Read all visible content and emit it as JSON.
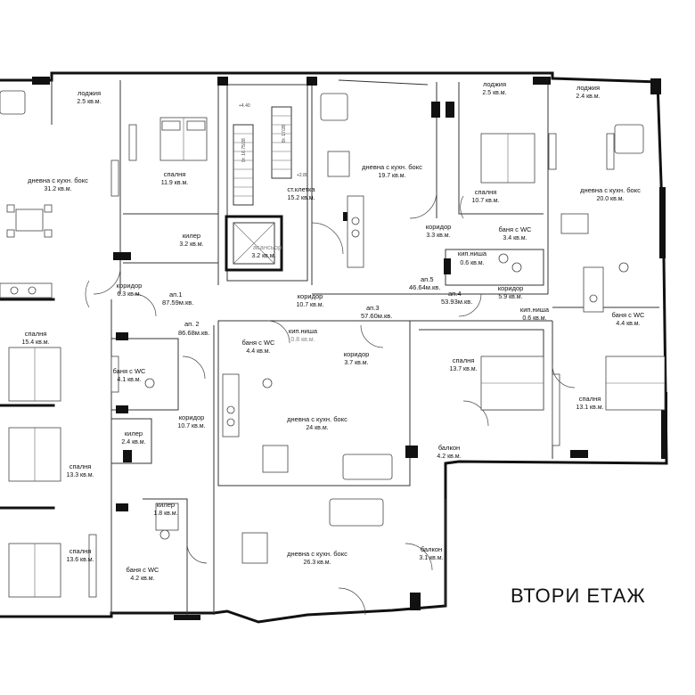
{
  "floor_title": "ВТОРИ  ЕТАЖ",
  "rooms": [
    {
      "name": "лоджия",
      "area": "2.5 кв.м."
    },
    {
      "name": "дневна с кухн. бокс",
      "area": "31.2 кв.м."
    },
    {
      "name": "спалня",
      "area": "11.9 кв.м."
    },
    {
      "name": "килер",
      "area": "3.2 кв.м."
    },
    {
      "name": "коридор",
      "area": "6.3 кв.м."
    },
    {
      "name": "асансьор",
      "area": "3.2 кв.м."
    },
    {
      "name": "ст.клетка",
      "area": "15.2 кв.м."
    },
    {
      "name": "дневна с кухн. бокс",
      "area": "19.7 кв.м."
    },
    {
      "name": "лоджия",
      "area": "2.5 кв.м."
    },
    {
      "name": "лоджия",
      "area": "2.4 кв.м."
    },
    {
      "name": "спалня",
      "area": "10.7 кв.м."
    },
    {
      "name": "дневна с кухн. бокс",
      "area": "20.0 кв.м."
    },
    {
      "name": "коридор",
      "area": "3.3 кв.м."
    },
    {
      "name": "баня с WC",
      "area": "3.4 кв.м."
    },
    {
      "name": "кип.ниша",
      "area": "0.6 кв.м."
    },
    {
      "name": "коридор",
      "area": "5.9 кв.м."
    },
    {
      "name": "кип.ниша",
      "area": "0.6 кв.м."
    },
    {
      "name": "баня с WC",
      "area": "4.4 кв.м."
    },
    {
      "name": "коридор",
      "area": "10.7 кв.м."
    },
    {
      "name": "спалня",
      "area": "15.4 кв.м."
    },
    {
      "name": "баня с WC",
      "area": "4.1 кв.м."
    },
    {
      "name": "баня с WC",
      "area": "4.4 кв.м."
    },
    {
      "name": "кип.ниша",
      "area": "0.8 кв.м."
    },
    {
      "name": "коридор",
      "area": "3.7 кв.м."
    },
    {
      "name": "спалня",
      "area": "13.7 кв.м."
    },
    {
      "name": "спалня",
      "area": "13.1 кв.м."
    },
    {
      "name": "коридор",
      "area": "10.7 кв.м."
    },
    {
      "name": "дневна с кухн. бокс",
      "area": "24 кв.м."
    },
    {
      "name": "килер",
      "area": "2.4 кв.м."
    },
    {
      "name": "спалня",
      "area": "13.3 кв.м."
    },
    {
      "name": "балкон",
      "area": "4.2 кв.м."
    },
    {
      "name": "килер",
      "area": "1.8 кв.м."
    },
    {
      "name": "спалня",
      "area": "13.6 кв.м."
    },
    {
      "name": "баня с WC",
      "area": "4.2 кв.м."
    },
    {
      "name": "дневна с кухн. бокс",
      "area": "26.3 кв.м."
    },
    {
      "name": "балкон",
      "area": "3.1 кв.м."
    }
  ],
  "apartments": [
    {
      "name": "ап.1",
      "area": "87.59м.кв."
    },
    {
      "name": "ап. 2",
      "area": "86.68м.кв."
    },
    {
      "name": "ап.3",
      "area": "57.60м.кв."
    },
    {
      "name": "ап.5",
      "area": "46.64м.кв."
    },
    {
      "name": "ап.4",
      "area": "53.93м.кв."
    }
  ],
  "levels": [
    "+4.40",
    "+2.89",
    "9т. 16.75/28",
    "8т. 17/28"
  ]
}
